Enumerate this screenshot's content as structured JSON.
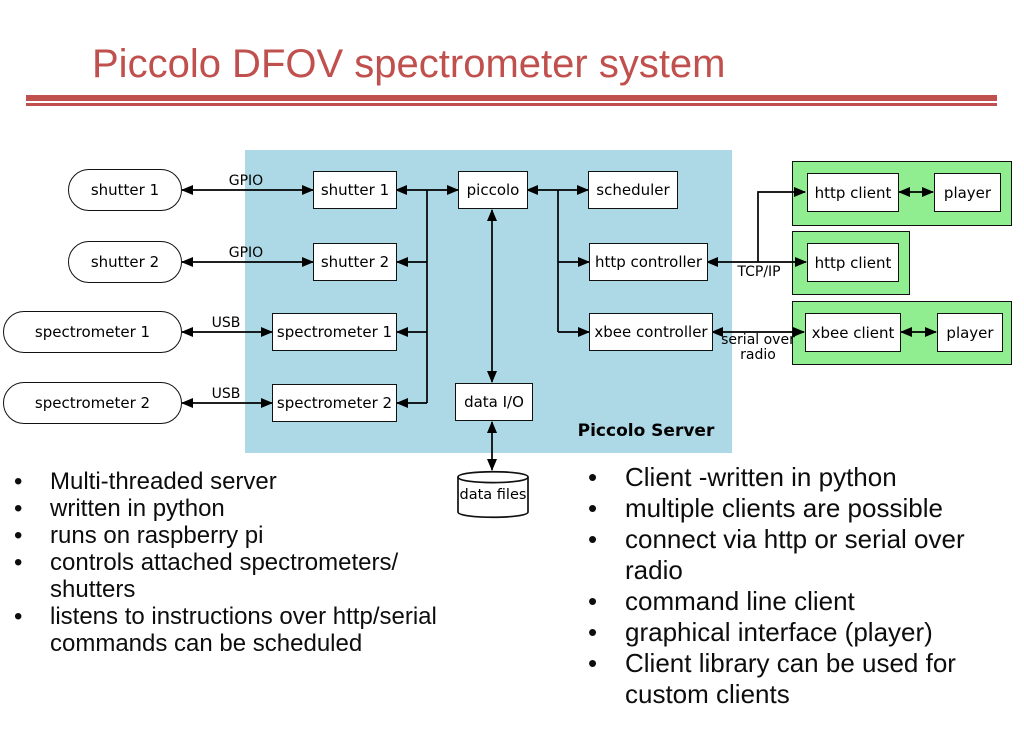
{
  "title": {
    "text": "Piccolo DFOV spectrometer system"
  },
  "colors": {
    "accent": "#c0504d",
    "server_bg": "#add8e6",
    "client_bg": "#90ee90",
    "wire": "#000000"
  },
  "diagram": {
    "server_region_label": "Piccolo Server",
    "external_devices": {
      "shutter1": "shutter 1",
      "shutter2": "shutter 2",
      "spectrometer1": "spectrometer 1",
      "spectrometer2": "spectrometer 2"
    },
    "server_modules": {
      "shutter1": "shutter 1",
      "shutter2": "shutter 2",
      "spectrometer1": "spectrometer 1",
      "spectrometer2": "spectrometer 2",
      "piccolo": "piccolo",
      "scheduler": "scheduler",
      "http_controller": "http controller",
      "xbee_controller": "xbee controller",
      "data_io": "data I/O"
    },
    "clients": {
      "http_client_1": "http client",
      "player_1": "player",
      "http_client_2": "http client",
      "xbee_client": "xbee client",
      "player_2": "player"
    },
    "link_labels": {
      "gpio_1": "GPIO",
      "gpio_2": "GPIO",
      "usb_1": "USB",
      "usb_2": "USB",
      "tcp_ip": "TCP/IP",
      "serial_over_radio": "serial over\nradio"
    },
    "datastore_label": "data files"
  },
  "server_bullets": {
    "items": [
      "Multi-threaded server",
      "written in python",
      "runs on raspberry pi",
      "controls attached spectrometers/\nshutters",
      "listens to instructions over http/serial\ncommands can be scheduled"
    ]
  },
  "client_bullets": {
    "items": [
      "Client -written in python",
      "multiple clients are possible",
      "connect via http or serial over\nradio",
      "command line client",
      "graphical interface (player)",
      "Client library can be used for\ncustom clients"
    ]
  }
}
